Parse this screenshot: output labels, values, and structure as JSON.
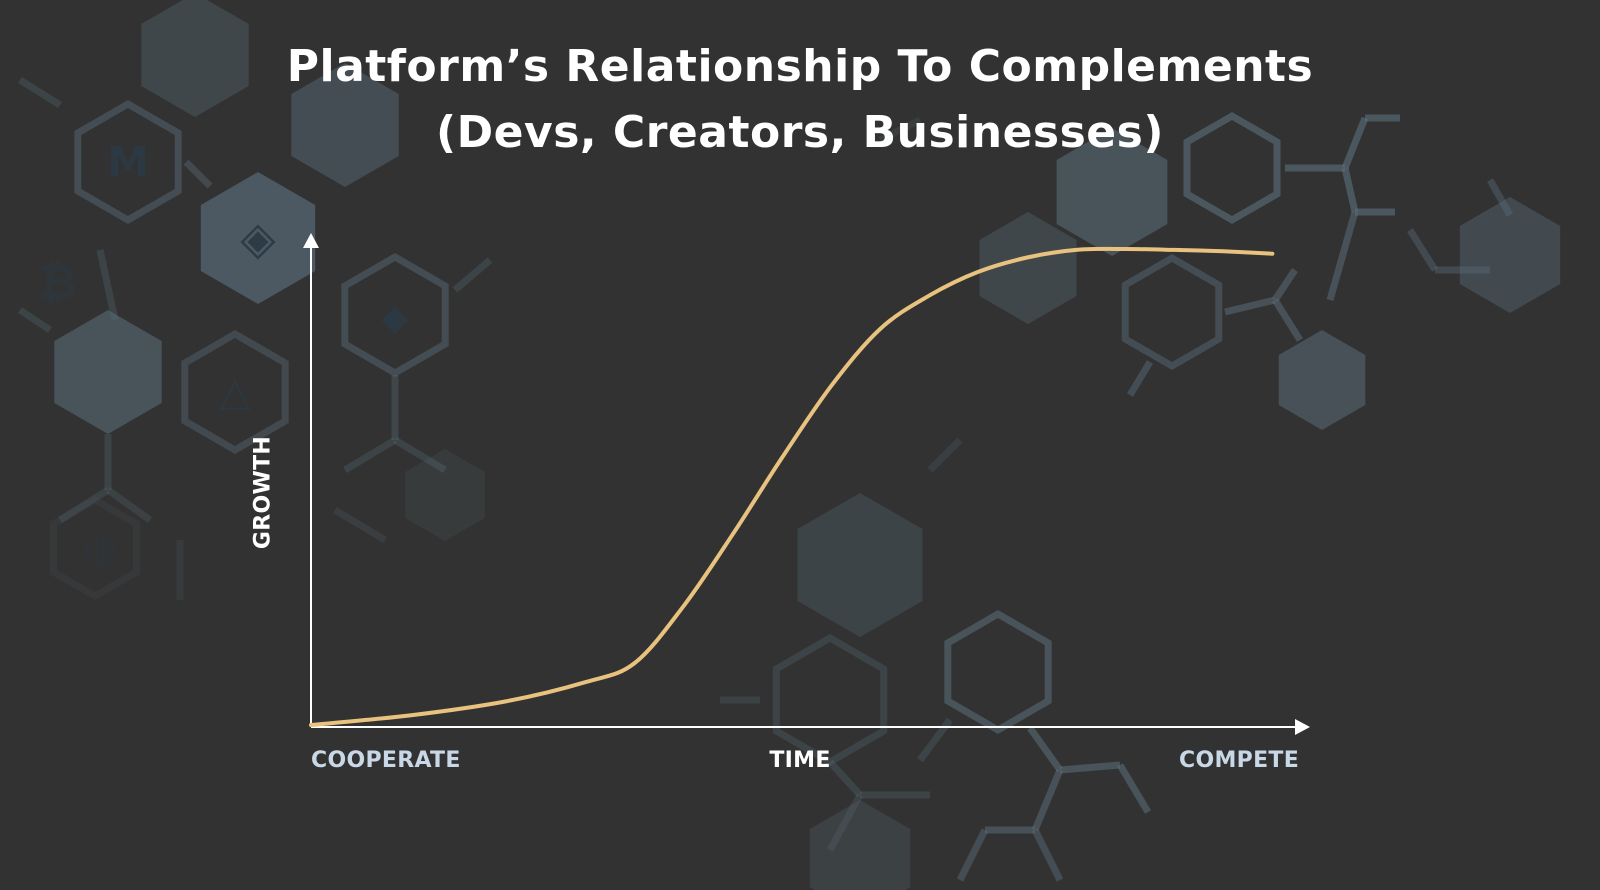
{
  "title_line1": "Platform’s Relationship To Complements",
  "title_line2": "(Devs, Creators, Businesses)",
  "colors": {
    "background": "#323232",
    "curve": "#e8c27e",
    "axis": "#ffffff",
    "end_labels": "#c9d8e6",
    "hexagon": "#5b6f7c"
  },
  "background_icons": [
    "maker-icon",
    "binance-icon",
    "bitcoin-icon",
    "ethereum-icon",
    "augur-icon",
    "globe-icon"
  ],
  "chart_data": {
    "type": "line",
    "xlabel": "TIME",
    "ylabel": "GROWTH",
    "x_start_label": "COOPERATE",
    "x_end_label": "COMPETE",
    "grid": false,
    "legend": "none",
    "xlim": [
      0,
      100
    ],
    "ylim": [
      0,
      100
    ],
    "series": [
      {
        "x": [
          0,
          10,
          20,
          28,
          33,
          38,
          43,
          48,
          53,
          58,
          63,
          68,
          73,
          78,
          83,
          88,
          93,
          98
        ],
        "y": [
          0,
          2,
          5,
          9,
          13,
          25,
          40,
          56,
          71,
          83,
          90,
          95,
          98,
          99.6,
          99.8,
          99.6,
          99.3,
          98.8
        ]
      }
    ]
  }
}
